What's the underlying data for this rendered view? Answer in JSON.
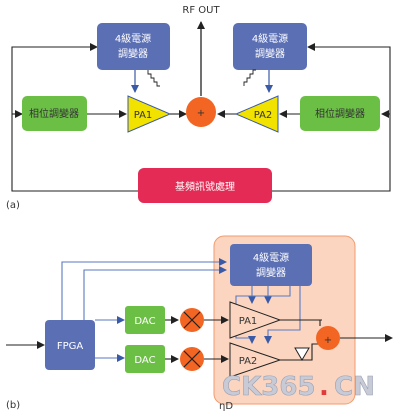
{
  "diagram_a": {
    "label": "(a)",
    "rf_out": "RF OUT",
    "supply_modulator_left": [
      "4級電源",
      "調變器"
    ],
    "supply_modulator_right": [
      "4級電源",
      "調變器"
    ],
    "phase_modulator_left": "相位調變器",
    "phase_modulator_right": "相位調變器",
    "pa1": "PA1",
    "pa2": "PA2",
    "combiner": "+",
    "baseband": "基頻訊號處理"
  },
  "diagram_b": {
    "label": "(b)",
    "fpga": "FPGA",
    "dac_top": "DAC",
    "dac_bottom": "DAC",
    "supply_modulator": [
      "4級電源",
      "調變器"
    ],
    "pa1": "PA1",
    "pa2": "PA2",
    "combiner": "+",
    "efficiency_label": "ηD"
  },
  "watermark": {
    "part1": "CK365",
    "dot": ".",
    "part2": "CN"
  },
  "colors": {
    "blue_block": "#5b6fb5",
    "green_block": "#6bbf45",
    "red_block": "#e32b55",
    "orange_circle": "#f26522",
    "yellow_pa": "#f2e200",
    "peach_region": "#fbd5c0",
    "watermark_gray": "#c8cbd6",
    "watermark_red": "#e03a3a"
  }
}
